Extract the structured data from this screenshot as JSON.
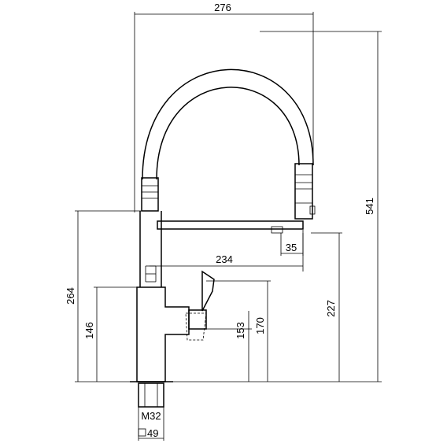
{
  "drawing": {
    "type": "technical-dimension-drawing",
    "labels": {
      "overall_width": "276",
      "overall_height": "541",
      "spout_reach": "234",
      "spray_offset": "35",
      "body_height": "264",
      "base_height": "146",
      "handle_height": "153",
      "lever_height": "170",
      "outlet_height": "227",
      "thread": "M32",
      "hole_diameter": "49"
    }
  }
}
